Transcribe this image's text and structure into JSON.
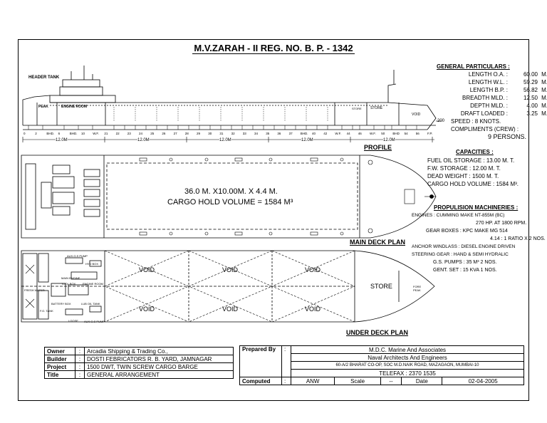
{
  "title": "M.V.ZARAH - II REG. NO. B. P. - 1342",
  "general_particulars": {
    "heading": "GENERAL PARTICULARS :",
    "rows": [
      {
        "label": "LENGTH O.A.  :",
        "value": "60.00",
        "unit": "M."
      },
      {
        "label": "LENGTH W.L.  :",
        "value": "59.29",
        "unit": "M."
      },
      {
        "label": "LENGTH B.P.  :",
        "value": "56.82",
        "unit": "M."
      },
      {
        "label": "BREADTH MLD. :",
        "value": "12.50",
        "unit": "M."
      },
      {
        "label": "DEPTH MLD.   :",
        "value": "4.00",
        "unit": "M."
      },
      {
        "label": "DRAFT LOADED :",
        "value": "3.25",
        "unit": "M."
      }
    ],
    "speed": "SPEED : 8 KNOTS.",
    "compliments": "COMPLIMENTS (CREW) :",
    "persons": "9 PERSONS."
  },
  "capacities": {
    "heading": "CAPACITIES :",
    "rows": [
      "FUEL OIL STORAGE      : 13.00 M. T.",
      "F.W. STORAGE            : 12.00 M. T.",
      "DEAD WEIGHT             : 1500 M. T.",
      "CARGO HOLD VOLUME : 1584 M³."
    ]
  },
  "propulsion": {
    "heading": "PROPULISION MACHINERIES :",
    "rows": [
      "ENGINES  :  CUMMING MAKE NT-855M (BC)",
      "270 HP. AT 1800 RPM.",
      "GEAR BOXES : KPC MAKE MG 514",
      "4.14 : 1 RATIO X 2 NOS.",
      "ANCHOR WINDLASS : DIESEL ENGINE DRIVEN",
      "STEERING GEAR : HAND & SEMI HYDRALIC",
      "G.S. PUMPS   :  35 M³ 2 NOS.",
      "GENT. SET    :  15 KVA 1 NOS."
    ]
  },
  "profile": {
    "label": "PROFILE",
    "header_tank": "HEADER TANK",
    "peak": "PEAK",
    "engine_room": "ENGINE ROOM",
    "store": "STORE",
    "void": "VOID",
    "dims": [
      "12.0M",
      "12.0M",
      "12.0M",
      "12.0M",
      "12.0M"
    ],
    "frame_marks": [
      "0",
      "2",
      "BHD.",
      "6",
      "BHD.",
      "10",
      "W.F.",
      "21",
      "22",
      "23",
      "24",
      "25",
      "26",
      "27",
      "28",
      "29",
      "30",
      "31",
      "32",
      "33",
      "34",
      "35",
      "36",
      "37",
      "BHD.",
      "40",
      "42",
      "W.F.",
      "44",
      "46",
      "W.F.",
      "50",
      "BHD",
      "54",
      "56",
      "F.P."
    ],
    "offset": "200"
  },
  "main_deck": {
    "label": "MAIN DECK PLAN",
    "hold_dims": "36.0 M. X10.00M. X 4.4 M.",
    "hold_volume": "CARGO HOLD VOLUME  =  1584 M³"
  },
  "under_deck": {
    "label": "UNDER DECK PLAN",
    "void": "VOID",
    "store": "STORE",
    "fore_peak": "FORE PEAK",
    "labels": [
      "AUX.G.S PUMP",
      "HYD BOX",
      "MAIN ENGINE",
      "TOOL BOX",
      "ENGINE ROOM",
      "FRESH WATER",
      "BATTERY BOX",
      "LUB OIL TANK",
      "F.O. TANK",
      "LOOSE",
      "AUX.G.S PUMP"
    ]
  },
  "title_block_left": [
    {
      "k": "Owner",
      "v": "Arcadia Shipping & Trading Co.,"
    },
    {
      "k": "Builder",
      "v": "DOSTI  FEBRICATORS R. B. YARD, JAMNAGAR"
    },
    {
      "k": "Project",
      "v": "1500 DWT, TWIN SCREW CARGO BARGE"
    },
    {
      "k": "Title",
      "v": "GENERAL ARRANGEMENT"
    }
  ],
  "title_block_right": {
    "prepared_by": "Prepared By",
    "firm": "M.D.C. Marine And Associates",
    "firm_sub": "Naval Architects And Engineers",
    "address": "60-A/2 BHARAT CO-OP, SOC M.D.NAIK ROAD, MAZAGAON, MUMBAI-10",
    "telefax": "TELEFAX : 2370 1535",
    "computed": "Computed",
    "computed_by": "ANW",
    "scale_label": "Scale",
    "scale_value": "--",
    "date_label": "Date",
    "date_value": "02-04-2005"
  }
}
